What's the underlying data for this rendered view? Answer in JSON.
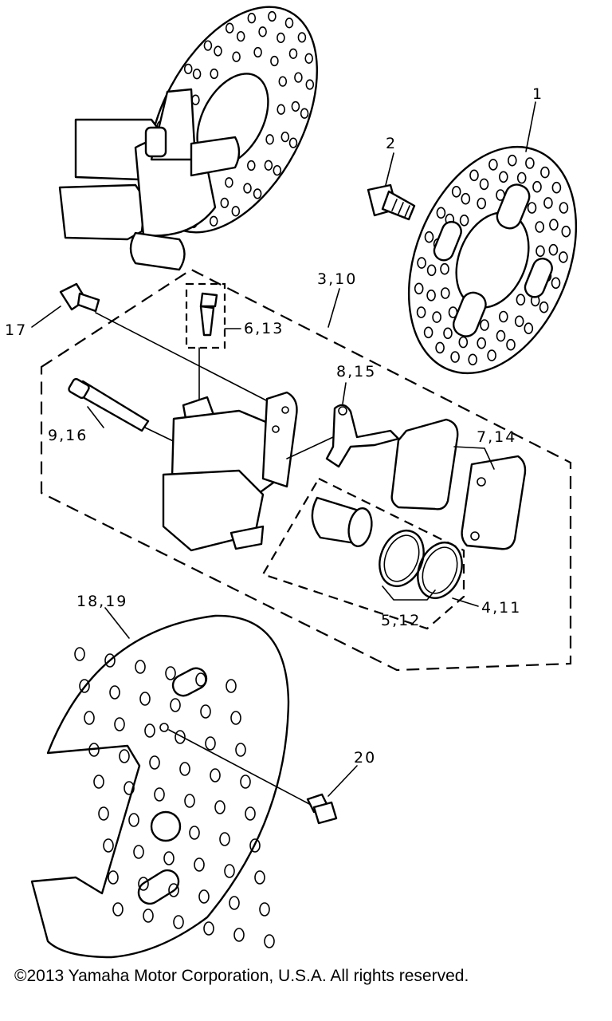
{
  "diagram": {
    "callouts": {
      "c1": "1",
      "c2": "2",
      "c3_10": "3,10",
      "c4_11": "4,11",
      "c5_12": "5,12",
      "c6_13": "6,13",
      "c7_14": "7,14",
      "c8_15": "8,15",
      "c9_16": "9,16",
      "c17": "17",
      "c18_19": "18,19",
      "c20": "20"
    }
  },
  "footer": {
    "copyright": "©2013 Yamaha Motor Corporation, U.S.A. All rights reserved."
  }
}
